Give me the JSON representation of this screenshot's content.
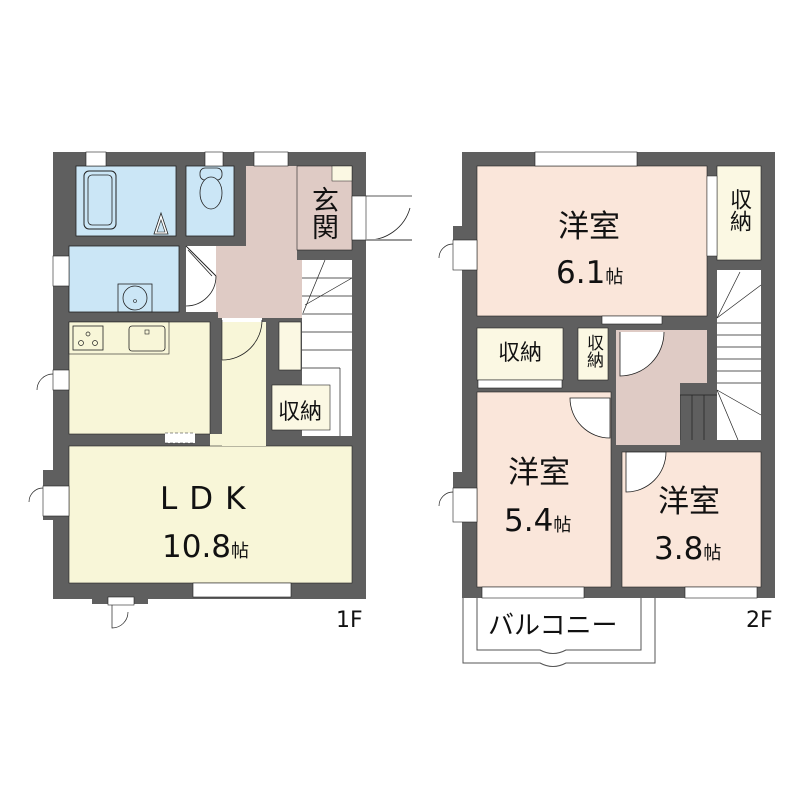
{
  "colors": {
    "wall": "#5f5f5f",
    "water_area": "#cbe6f6",
    "ldk_floor": "#f8f6d8",
    "hall_floor": "#dfcbc5",
    "bedroom_floor": "#fae6da",
    "storage_floor": "#fbf8e3",
    "line": "#222222"
  },
  "floors": [
    {
      "label": "1F",
      "rooms": [
        {
          "name": "LDK",
          "area": "10.8",
          "unit": "帖"
        },
        {
          "name": "玄関"
        },
        {
          "name": "収納"
        }
      ],
      "fixtures": [
        "bathtub",
        "washbasin",
        "toilet",
        "kitchen-stove",
        "kitchen-sink",
        "staircase"
      ]
    },
    {
      "label": "2F",
      "rooms": [
        {
          "name": "洋室",
          "area": "6.1",
          "unit": "帖"
        },
        {
          "name": "洋室",
          "area": "5.4",
          "unit": "帖"
        },
        {
          "name": "洋室",
          "area": "3.8",
          "unit": "帖"
        },
        {
          "name": "収納"
        },
        {
          "name": "収納"
        },
        {
          "name": "収納"
        }
      ],
      "balcony": "バルコニー",
      "fixtures": [
        "staircase"
      ]
    }
  ]
}
